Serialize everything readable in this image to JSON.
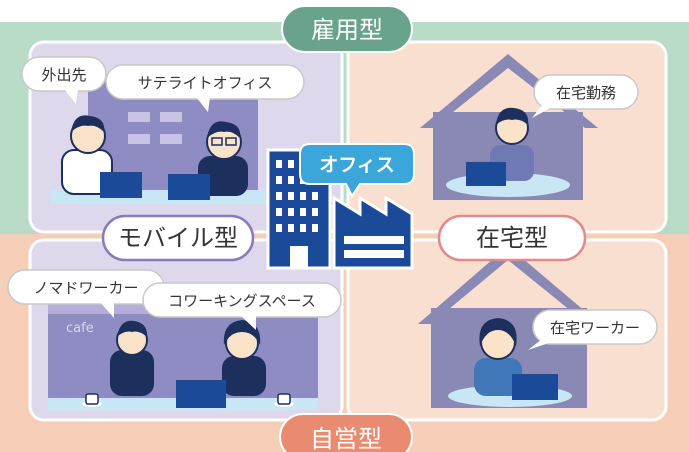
{
  "labels": {
    "employed_type": "雇用型",
    "self_employed_type": "自営型",
    "mobile_type": "モバイル型",
    "home_type": "在宅型",
    "office": "オフィス",
    "outside_visit": "外出先",
    "satellite_office": "サテライトオフィス",
    "home_work": "在宅勤務",
    "nomad_worker": "ノマドワーカー",
    "coworking_space": "コワーキングスペース",
    "home_worker": "在宅ワーカー",
    "cafe": "cafe"
  },
  "colors": {
    "employed_band": "#b9dcc8",
    "self_employed_band": "#f6cdb6",
    "mobile_panel": "#ddd8ec",
    "home_panel": "#f9dfcf",
    "employed_pill": "#6aa38c",
    "self_employed_pill": "#e98b70",
    "mobile_border": "#8a7ab8",
    "home_border": "#e28a8a",
    "building": "#1a4a98",
    "office_bubble": "#3aa6d9",
    "house": "#8a88b4",
    "skin": "#fbe3c9",
    "hair": "#1d2f5c"
  }
}
